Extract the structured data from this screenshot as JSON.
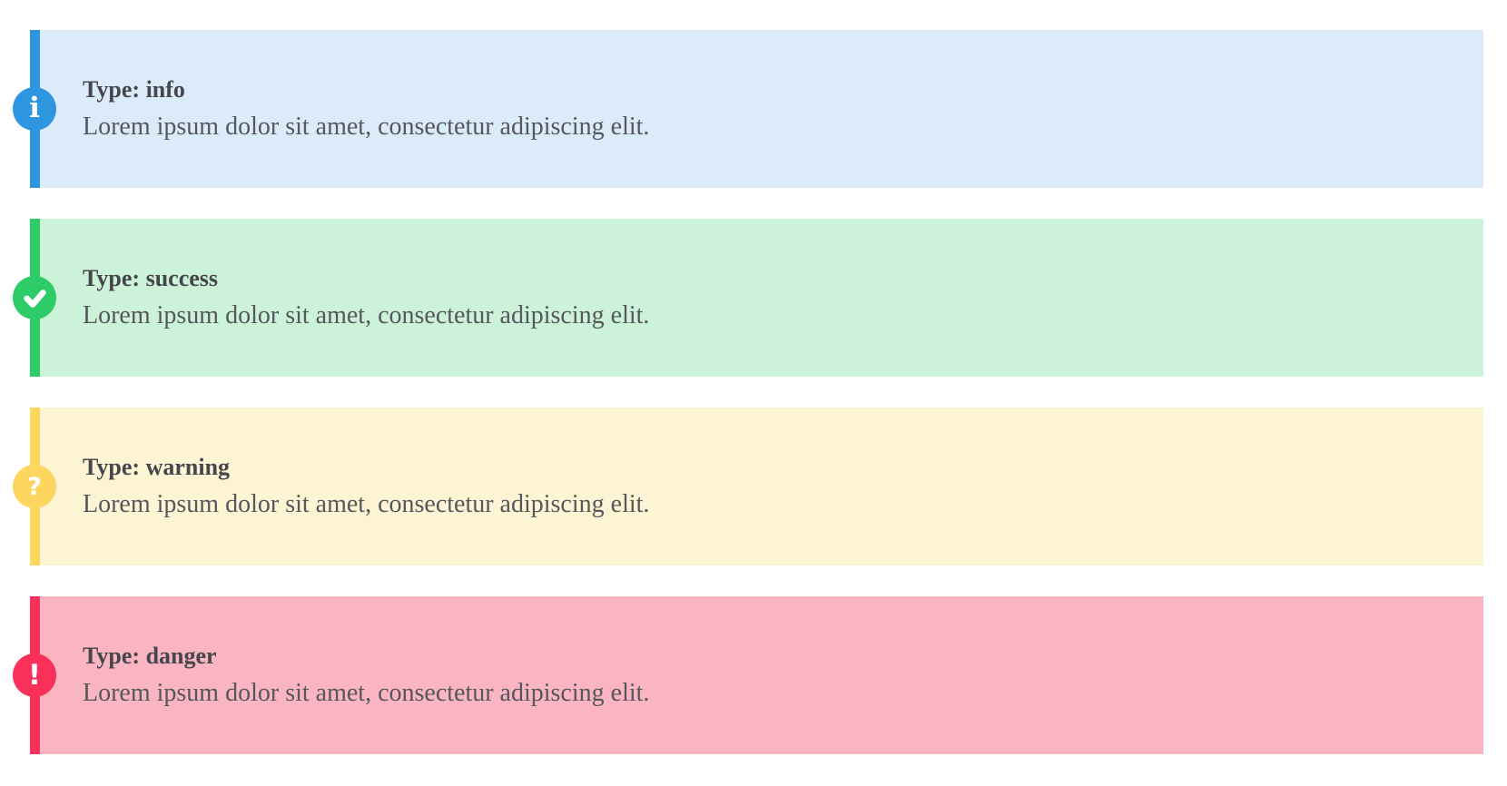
{
  "page": {
    "background_color": "#ffffff",
    "title_text_color": "#46474c",
    "body_text_color": "#55575c",
    "icon_glyph_color": "#ffffff"
  },
  "alerts": [
    {
      "type": "info",
      "title": "Type: info",
      "body": "Lorem ipsum dolor sit amet, consectetur adipiscing elit.",
      "accent_color": "#2e96e0",
      "background_color": "#dcebfa",
      "icon": "info-icon",
      "glyph": "i"
    },
    {
      "type": "success",
      "title": "Type: success",
      "body": "Lorem ipsum dolor sit amet, consectetur adipiscing elit.",
      "accent_color": "#2ecc69",
      "background_color": "#cdf2da",
      "icon": "check-icon",
      "glyph": "check-svg"
    },
    {
      "type": "warning",
      "title": "Type: warning",
      "body": "Lorem ipsum dolor sit amet, consectetur adipiscing elit.",
      "accent_color": "#fcd65f",
      "background_color": "#fdf4d4",
      "icon": "question-icon",
      "glyph": "?"
    },
    {
      "type": "danger",
      "title": "Type: danger",
      "body": "Lorem ipsum dolor sit amet, consectetur adipiscing elit.",
      "accent_color": "#f93059",
      "background_color": "#fab4c2",
      "icon": "exclamation-icon",
      "glyph": "!"
    }
  ]
}
